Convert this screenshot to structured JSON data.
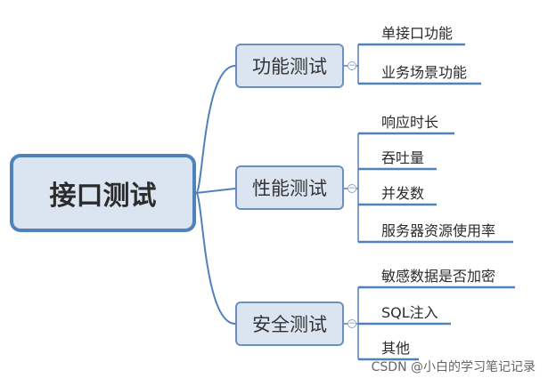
{
  "root": {
    "label": "接口测试"
  },
  "branches": [
    {
      "label": "功能测试",
      "children": [
        "单接口功能",
        "业务场景功能"
      ]
    },
    {
      "label": "性能测试",
      "children": [
        "响应时长",
        "吞吐量",
        "并发数",
        "服务器资源使用率"
      ]
    },
    {
      "label": "安全测试",
      "children": [
        "敏感数据是否加密",
        "SQL注入",
        "其他"
      ]
    }
  ],
  "collapse_symbol": "−",
  "watermark": "CSDN @小白的学习笔记记录",
  "colors": {
    "node_fill": "#dbe5f1",
    "node_border": "#4f81bd",
    "connector": "#4f81bd"
  }
}
